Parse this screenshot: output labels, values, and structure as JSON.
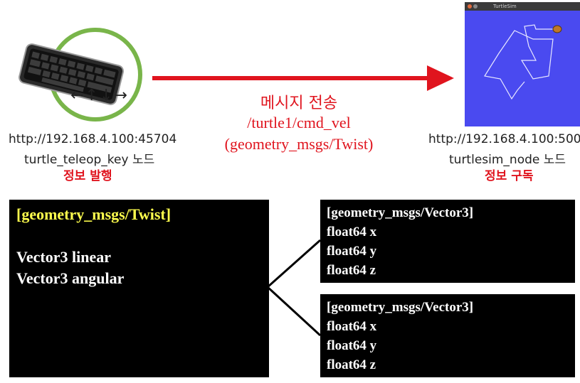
{
  "publisher": {
    "address": "http://192.168.4.100:45704",
    "node": "turtle_teleop_key 노드",
    "role": "정보 발행",
    "arrow_keys": "←↑↓→"
  },
  "subscriber": {
    "address": "http://192.168.4.100:500",
    "node": "turtlesim_node 노드",
    "role": "정보 구독",
    "window_title": "TurtleSim"
  },
  "message": {
    "line1": "메시지 전송",
    "line2": "/turtle1/cmd_vel",
    "line3": "(geometry_msgs/Twist)"
  },
  "twist_box": {
    "header": "[geometry_msgs/Twist]",
    "field1": "Vector3  linear",
    "field2": "Vector3  angular"
  },
  "vector_box_top": {
    "header": "[geometry_msgs/Vector3]",
    "x": "float64 x",
    "y": "float64 y",
    "z": "float64 z"
  },
  "vector_box_bottom": {
    "header": "[geometry_msgs/Vector3]",
    "x": "float64 x",
    "y": "float64 y",
    "z": "float64 z"
  },
  "colors": {
    "accent_red": "#e0141e",
    "ring_green": "#79b54a",
    "turtlesim_bg": "#4a4af0",
    "header_yellow": "#ffff4d"
  }
}
